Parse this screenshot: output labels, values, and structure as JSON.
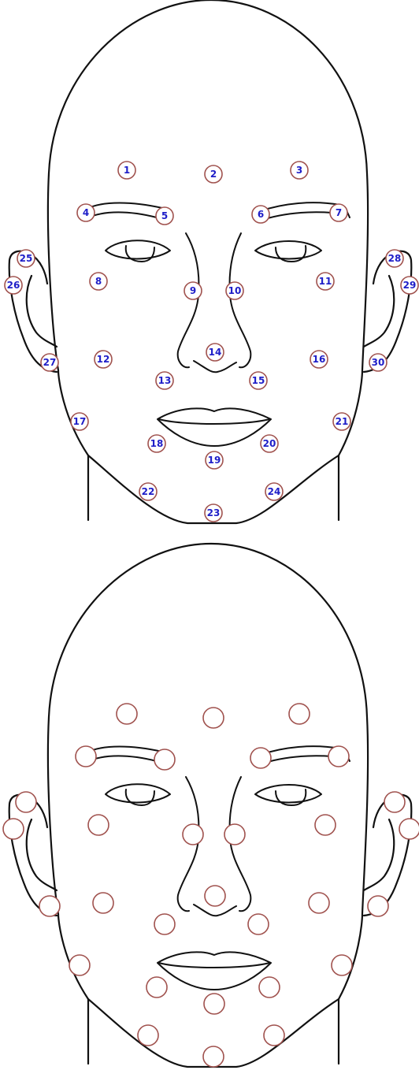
{
  "colors": {
    "marker_ring": "#a0524e",
    "marker_text": "#1e1ec8",
    "line": "#111111"
  },
  "diagrams": [
    {
      "variant": "numbered",
      "points": [
        {
          "label": "1"
        },
        {
          "label": "2"
        },
        {
          "label": "3"
        },
        {
          "label": "4"
        },
        {
          "label": "5"
        },
        {
          "label": "6"
        },
        {
          "label": "7"
        },
        {
          "label": "8"
        },
        {
          "label": "9"
        },
        {
          "label": "10"
        },
        {
          "label": "11"
        },
        {
          "label": "12"
        },
        {
          "label": "13"
        },
        {
          "label": "14"
        },
        {
          "label": "15"
        },
        {
          "label": "16"
        },
        {
          "label": "17"
        },
        {
          "label": "18"
        },
        {
          "label": "19"
        },
        {
          "label": "20"
        },
        {
          "label": "21"
        },
        {
          "label": "22"
        },
        {
          "label": "23"
        },
        {
          "label": "24"
        },
        {
          "label": "25"
        },
        {
          "label": "26"
        },
        {
          "label": "27"
        },
        {
          "label": "28"
        },
        {
          "label": "29"
        },
        {
          "label": "30"
        }
      ]
    },
    {
      "variant": "unlabeled",
      "points": [
        {
          "label": ""
        },
        {
          "label": ""
        },
        {
          "label": ""
        },
        {
          "label": ""
        },
        {
          "label": ""
        },
        {
          "label": ""
        },
        {
          "label": ""
        },
        {
          "label": ""
        },
        {
          "label": ""
        },
        {
          "label": ""
        },
        {
          "label": ""
        },
        {
          "label": ""
        },
        {
          "label": ""
        },
        {
          "label": ""
        },
        {
          "label": ""
        },
        {
          "label": ""
        },
        {
          "label": ""
        },
        {
          "label": ""
        },
        {
          "label": ""
        },
        {
          "label": ""
        },
        {
          "label": ""
        },
        {
          "label": ""
        },
        {
          "label": ""
        },
        {
          "label": ""
        },
        {
          "label": ""
        },
        {
          "label": ""
        },
        {
          "label": ""
        },
        {
          "label": ""
        },
        {
          "label": ""
        },
        {
          "label": ""
        }
      ]
    }
  ]
}
